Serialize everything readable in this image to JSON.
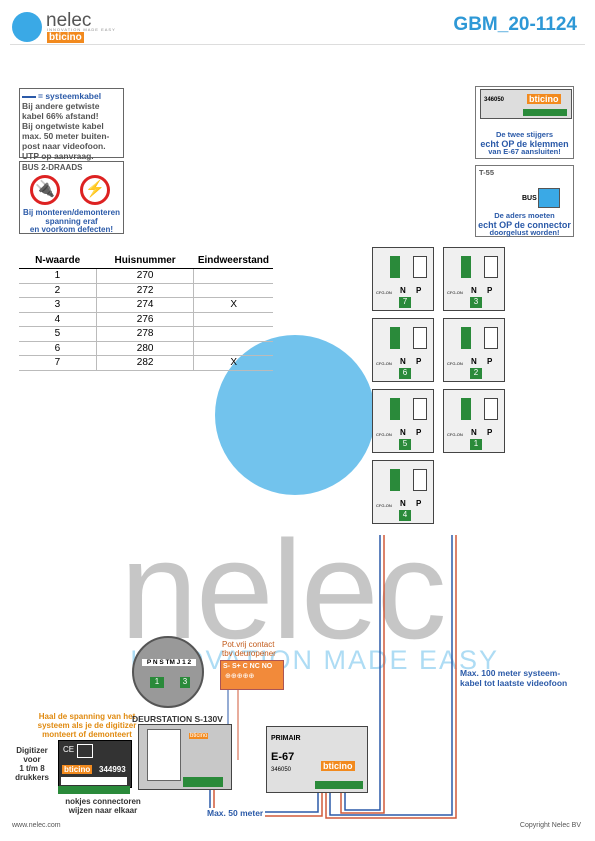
{
  "header": {
    "brand": "nelec",
    "brand_sub": "INNOVATION MADE EASY",
    "bticino": "bticino",
    "doc_code": "GBM_20-1124"
  },
  "note": {
    "title": "= systeemkabel",
    "lines": [
      "Bij andere getwiste",
      "kabel 66% afstand!",
      "Bij ongetwiste kabel",
      "max. 50 meter buiten-",
      "post naar videofoon.",
      "UTP op aanvraag."
    ]
  },
  "bus": {
    "title": "BUS 2-DRAADS",
    "warn1": "Bij monteren/demonteren",
    "warn2": "spanning eraf",
    "warn3": "en voorkom defecten!"
  },
  "pwr_box": {
    "code": "346050",
    "brand": "bticino",
    "note1": "De twee stijgers",
    "note2": "echt OP de klemmen",
    "note3": "van E-67 aansluiten!"
  },
  "t55_box": {
    "title": "T-55",
    "bus": "BUS",
    "note1": "De aders moeten",
    "note2": "echt OP de connector",
    "note3": "doorgelust worden!"
  },
  "table": {
    "headers": [
      "N-waarde",
      "Huisnummer",
      "Eindweerstand"
    ],
    "rows": [
      [
        "1",
        "270",
        ""
      ],
      [
        "2",
        "272",
        ""
      ],
      [
        "3",
        "274",
        "X"
      ],
      [
        "4",
        "276",
        ""
      ],
      [
        "5",
        "278",
        ""
      ],
      [
        "6",
        "280",
        ""
      ],
      [
        "7",
        "282",
        "X"
      ]
    ]
  },
  "phones": {
    "n_label": "N",
    "p_label": "P",
    "cfg_label": "CFG-ON",
    "values": [
      "7",
      "3",
      "6",
      "2",
      "5",
      "1",
      "4"
    ]
  },
  "watermark": {
    "text": "nelec",
    "sub": "INNOVATION MADE EASY"
  },
  "door": {
    "terminals": "P N S TM J 1 2",
    "switch_val": "1",
    "switch_val2": "3",
    "title": "DEURSTATION S-130V"
  },
  "relay": {
    "title1": "Pot.vrij contact",
    "title2": "tbv deuropener",
    "terms": "S- S+ C NC NO"
  },
  "digitizer": {
    "orange1": "Haal de spanning van het",
    "orange2": "systeem als je de digitizer",
    "orange3": "monteert of demonteert",
    "label1": "Digitizer",
    "label2": "voor",
    "label3": "1 t/m 8",
    "label4": "drukkers",
    "code": "344993",
    "nokjes1": "nokjes connectoren",
    "nokjes2": "wijzen naar elkaar"
  },
  "e67": {
    "primair": "PRIMAIR",
    "name": "E-67",
    "code": "346050",
    "brand": "bticino"
  },
  "cable_note": {
    "line1": "Max. 100 meter systeem-",
    "line2": "kabel tot laatste videofoon"
  },
  "max50": "Max. 50 meter",
  "footer": {
    "left": "www.nelec.com",
    "right": "Copyright Nelec BV"
  }
}
